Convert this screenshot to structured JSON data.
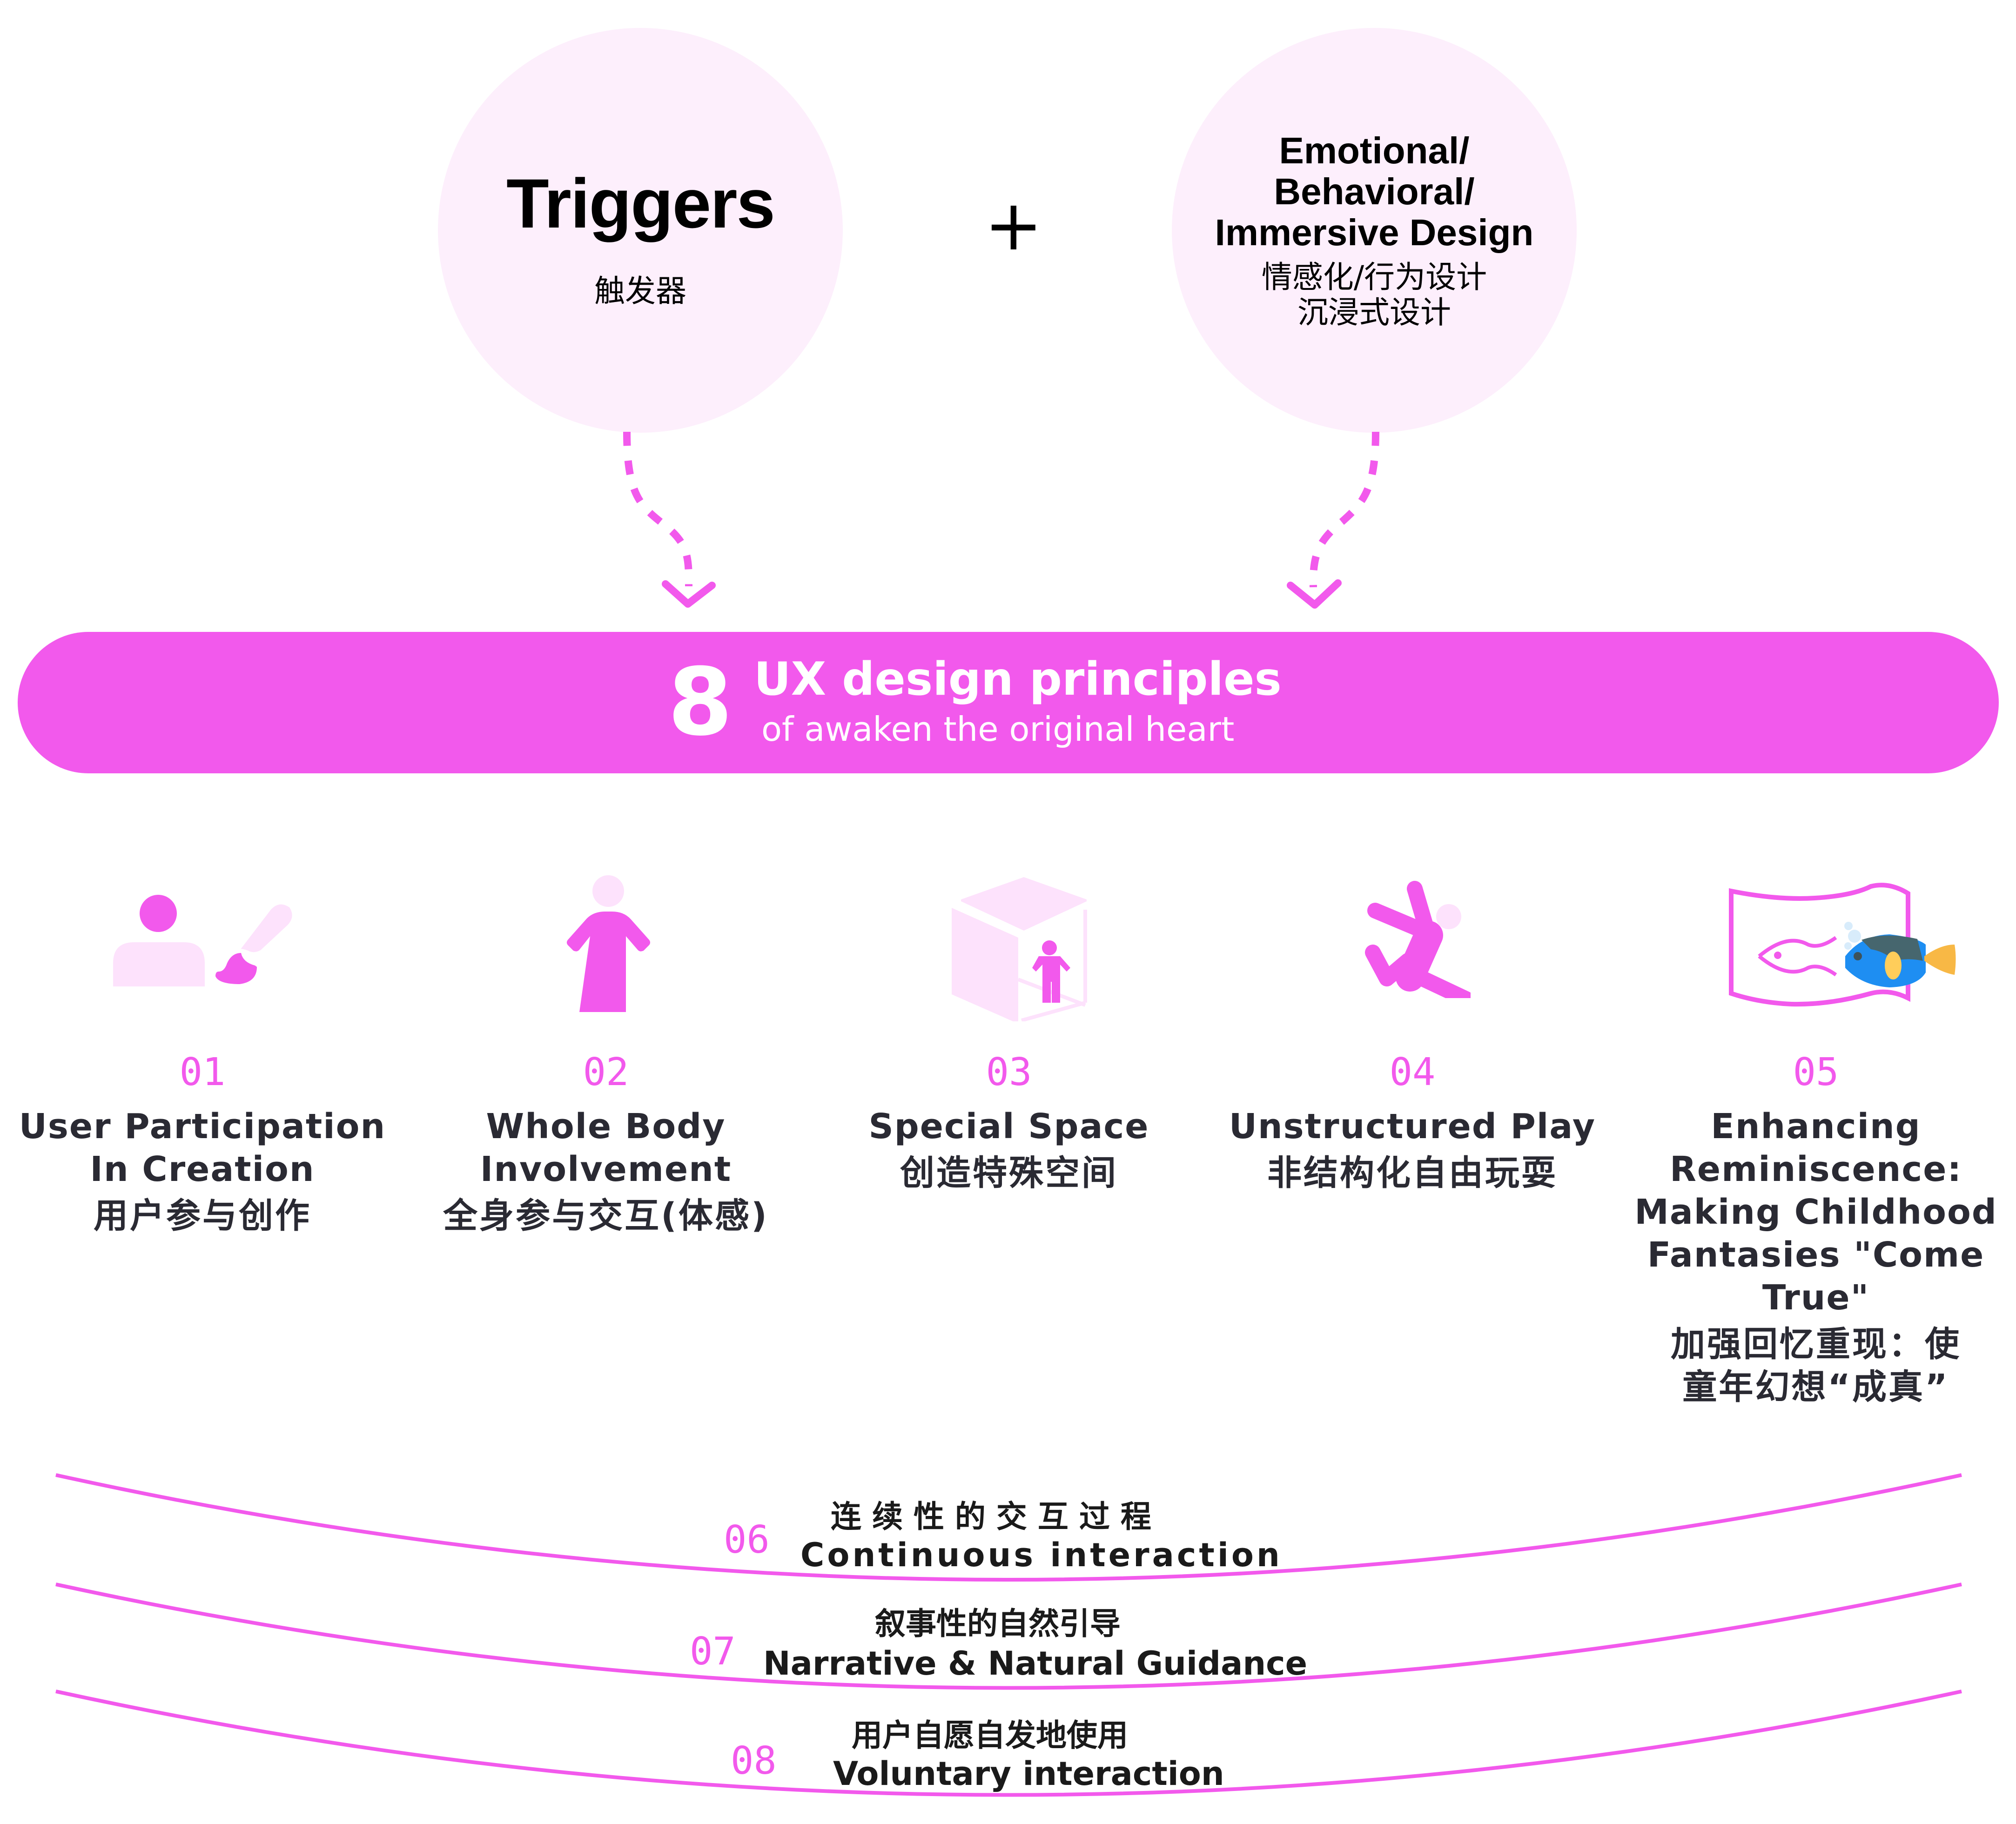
{
  "colors": {
    "accent": "#f259ec",
    "circle_fill": "#fdeffc",
    "icon_light": "#fde2fc",
    "text_dark": "#2a2a33"
  },
  "triggers": {
    "title": "Triggers",
    "subtitle": "触发器"
  },
  "operator": "+",
  "design": {
    "title_lines": [
      "Emotional/",
      "Behavioral/",
      "Immersive Design"
    ],
    "subtitle_lines": [
      "情感化/行为设计",
      "沉浸式设计"
    ]
  },
  "banner": {
    "number": "8",
    "title": "UX design principles",
    "subtitle": "of awaken the original heart"
  },
  "principles": [
    {
      "num": "01",
      "icon": "user-paintbrush-icon",
      "title_lines": [
        "User Participation",
        "In Creation"
      ],
      "zh_lines": [
        "用户参与创作"
      ]
    },
    {
      "num": "02",
      "icon": "standing-person-icon",
      "title_lines": [
        "Whole Body",
        "Involvement"
      ],
      "zh_lines": [
        "全身参与交互(体感)"
      ]
    },
    {
      "num": "03",
      "icon": "person-in-cube-icon",
      "title_lines": [
        "Special Space"
      ],
      "zh_lines": [
        "创造特殊空间"
      ]
    },
    {
      "num": "04",
      "icon": "jumping-person-icon",
      "title_lines": [
        "Unstructured Play"
      ],
      "zh_lines": [
        "非结构化自由玩耍"
      ]
    },
    {
      "num": "05",
      "icon": "fish-flag-icon",
      "title_lines": [
        "Enhancing",
        "Reminiscence:",
        "Making Childhood",
        "Fantasies \"Come",
        "True\""
      ],
      "zh_lines": [
        "加强回忆重现：使",
        "童年幻想“成真”"
      ]
    }
  ],
  "bands": [
    {
      "num": "06",
      "zh": "连 续 性 的 交 互 过 程",
      "en": "Continuous interaction"
    },
    {
      "num": "07",
      "zh": "叙事性的自然引导",
      "en": "Narrative & Natural Guidance"
    },
    {
      "num": "08",
      "zh": "用户自愿自发地使用",
      "en": "Voluntary interaction"
    }
  ]
}
